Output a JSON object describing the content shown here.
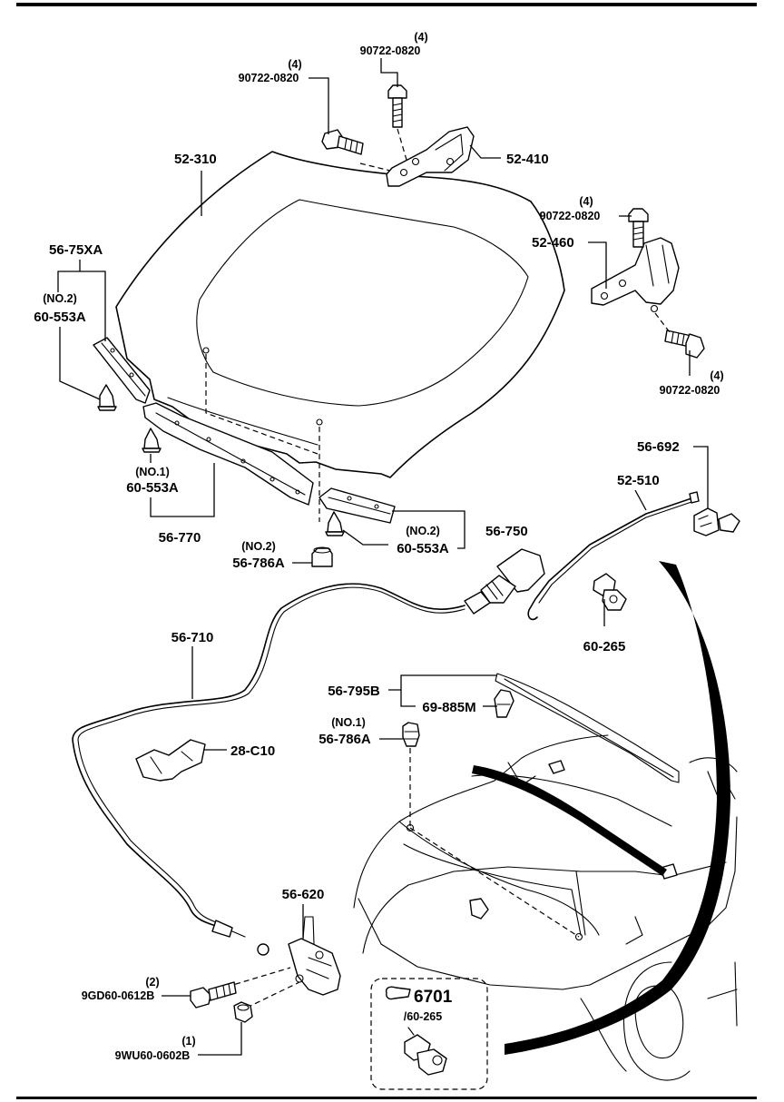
{
  "labels": {
    "hood": "52-310",
    "hinge_left": "52-410",
    "hinge_right": "52-460",
    "bolt_top_qty": "(4)",
    "bolt_top": "90722-0820",
    "bolt_left_qty": "(4)",
    "bolt_left": "90722-0820",
    "bolt_right_upper_qty": "(4)",
    "bolt_right_upper": "90722-0820",
    "bolt_right_lower_qty": "(4)",
    "bolt_right_lower": "90722-0820",
    "seal_left": "56-75XA",
    "clip_no2_a_qual": "(NO.2)",
    "clip_no2_a": "60-553A",
    "clip_no1_qual": "(NO.1)",
    "clip_no1": "60-553A",
    "seal_front": "56-770",
    "seal_right": "56-750",
    "clip_no2_b_qual": "(NO.2)",
    "clip_no2_b": "60-553A",
    "cushion_no2_qual": "(NO.2)",
    "cushion_no2": "56-786A",
    "prop_rod_holder": "56-692",
    "prop_rod": "52-510",
    "prop_clip": "60-265",
    "release_cable": "56-710",
    "cable_clip": "28-C10",
    "rod_retainer": "56-795B",
    "retainer_clip": "69-885M",
    "cushion_no1_qual": "(NO.1)",
    "cushion_no1": "56-786A",
    "hood_latch": "56-620",
    "latch_bolt_qty": "(2)",
    "latch_bolt": "9GD60-0612B",
    "latch_nut_qty": "(1)",
    "latch_nut": "9WU60-0602B",
    "ref_number": "6701",
    "ref_sub": "/60-265"
  }
}
